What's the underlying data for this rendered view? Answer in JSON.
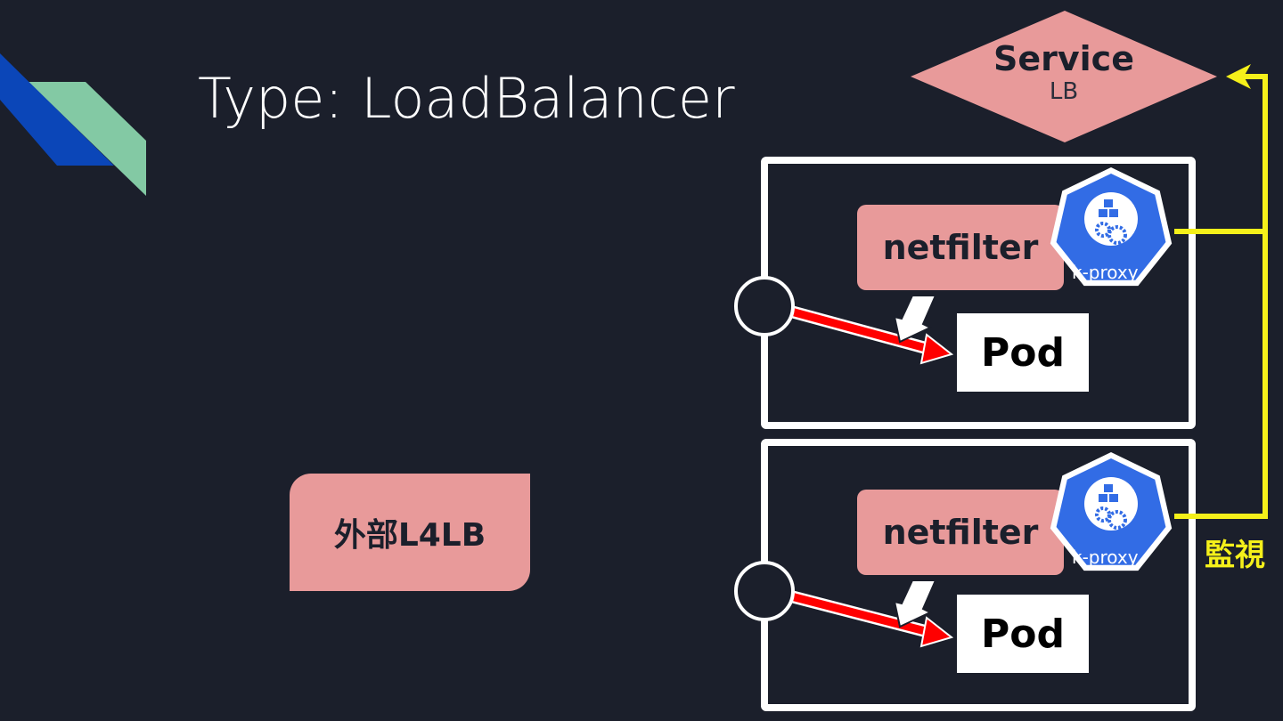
{
  "slide": {
    "title": "Type: LoadBalancer"
  },
  "external_lb": {
    "label": "外部L4LB"
  },
  "service": {
    "name": "Service",
    "type": "LB"
  },
  "nodes": [
    {
      "netfilter_label": "netfilter",
      "kproxy_label": "k-proxy",
      "pod_label": "Pod"
    },
    {
      "netfilter_label": "netfilter",
      "kproxy_label": "k-proxy",
      "pod_label": "Pod"
    }
  ],
  "watch": {
    "label": "監視"
  },
  "colors": {
    "background": "#1b1f2b",
    "pink": "#e89a9a",
    "watch_line": "#f5f01a",
    "traffic_arrow": "#ff0000",
    "kubernetes_blue": "#326ce5",
    "logo_blue": "#0b46b8",
    "logo_green": "#83c9a4"
  },
  "icons": {
    "kproxy": "kubernetes-heptagon-icon",
    "node_port": "circle-port-icon"
  }
}
